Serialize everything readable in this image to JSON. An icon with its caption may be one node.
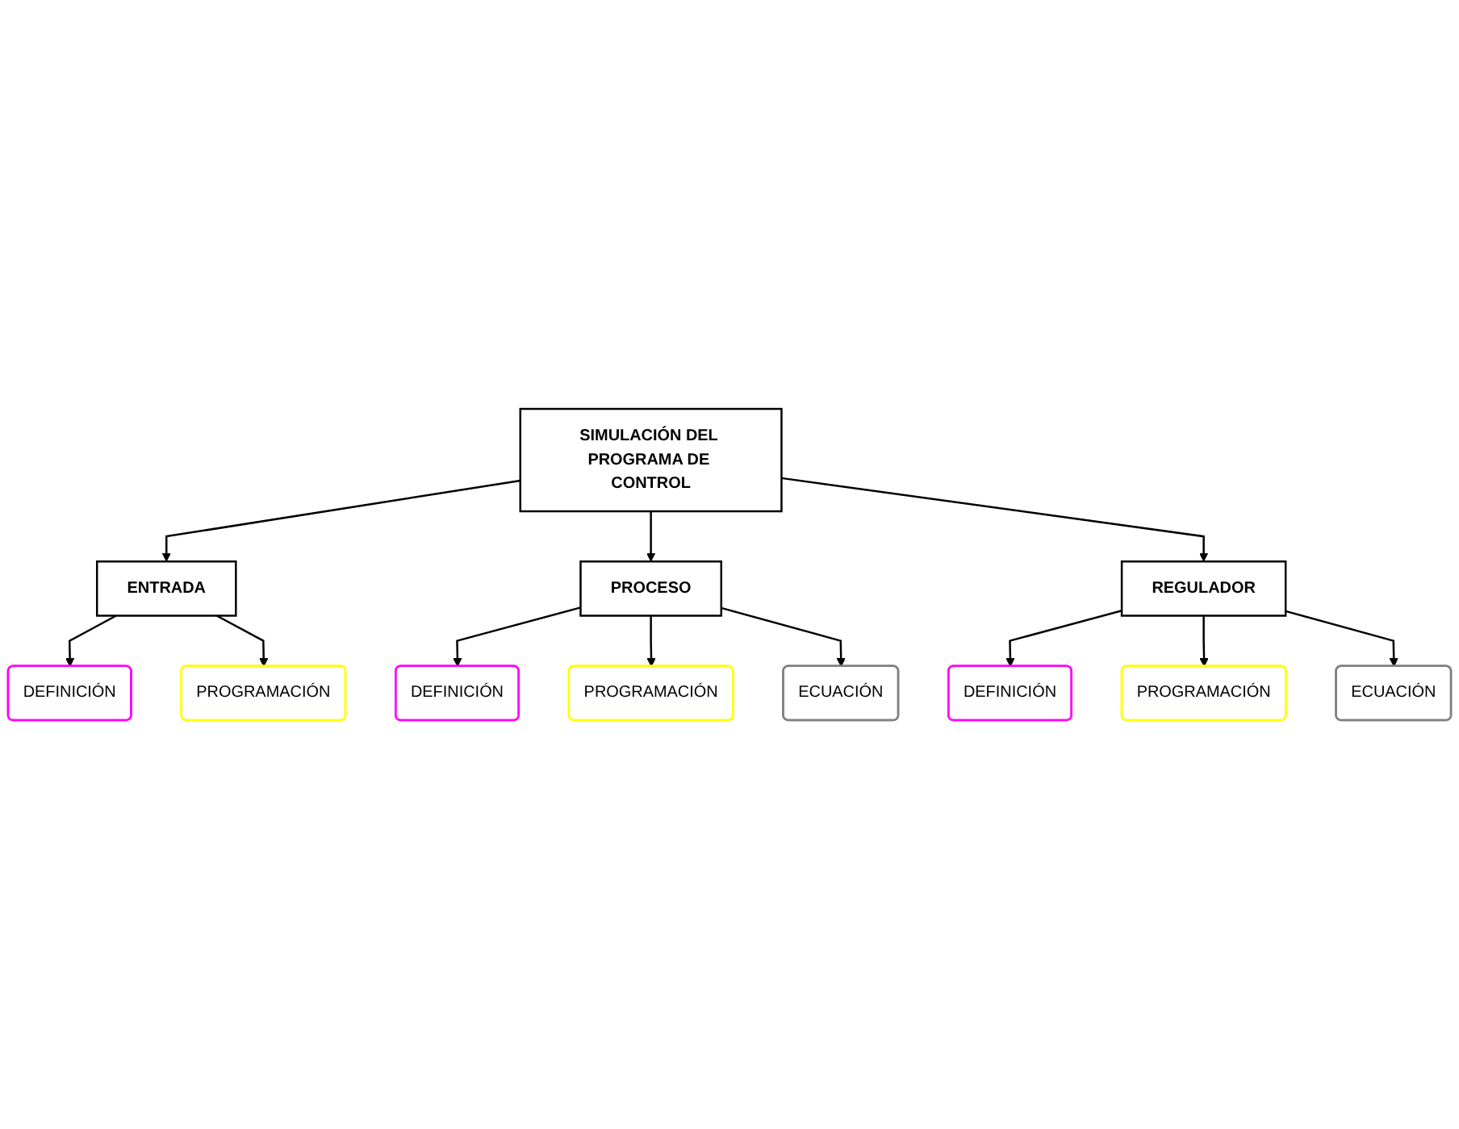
{
  "diagram": {
    "nodes": [
      {
        "text": [
          "SIMULACIÓN DEL PROGRAMA DE CONTROL"
        ]
      },
      {
        "text": [
          "ENTRADA"
        ]
      },
      {
        "text": [
          "PROCESO"
        ]
      },
      {
        "text": [
          "REGULADOR"
        ]
      },
      {
        "text": [
          "DEFINICIÓN"
        ]
      },
      {
        "text": [
          "PROGRAMACIÓN"
        ]
      },
      {
        "text": [
          "DEFINICIÓN"
        ]
      },
      {
        "text": [
          "PROGRAMACIÓN"
        ]
      },
      {
        "text": [
          "ECUACIÓN"
        ]
      },
      {
        "text": [
          "DEFINICIÓN"
        ]
      },
      {
        "text": [
          "PROGRAMACIÓN"
        ]
      },
      {
        "text": [
          "ECUACIÓN"
        ]
      }
    ],
    "edges": [
      {
        "from": 0,
        "to": 1,
        "arrow": "to"
      },
      {
        "from": 0,
        "to": 2,
        "arrow": "to"
      },
      {
        "from": 0,
        "to": 3,
        "arrow": "to"
      },
      {
        "from": 1,
        "to": 4,
        "arrow": "to"
      },
      {
        "from": 1,
        "to": 5,
        "arrow": "to"
      },
      {
        "from": 2,
        "to": 6,
        "arrow": "to"
      },
      {
        "from": 2,
        "to": 7,
        "arrow": "to"
      },
      {
        "from": 2,
        "to": 8,
        "arrow": "to"
      },
      {
        "from": 3,
        "to": 9,
        "arrow": "to"
      },
      {
        "from": 3,
        "to": 10,
        "arrow": "to"
      },
      {
        "from": 3,
        "to": 11,
        "arrow": "to"
      }
    ]
  }
}
